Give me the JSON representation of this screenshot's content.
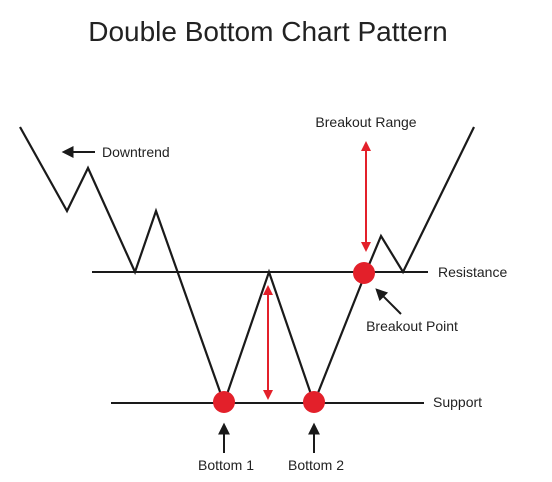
{
  "title": "Double Bottom Chart Pattern",
  "labels": {
    "downtrend": "Downtrend",
    "breakout_range": "Breakout Range",
    "resistance": "Resistance",
    "breakout_point": "Breakout Point",
    "support": "Support",
    "bottom1": "Bottom 1",
    "bottom2": "Bottom 2"
  },
  "colors": {
    "line": "#1a1a1a",
    "accent": "#e3202a",
    "text": "#222222",
    "background": "#ffffff"
  }
}
